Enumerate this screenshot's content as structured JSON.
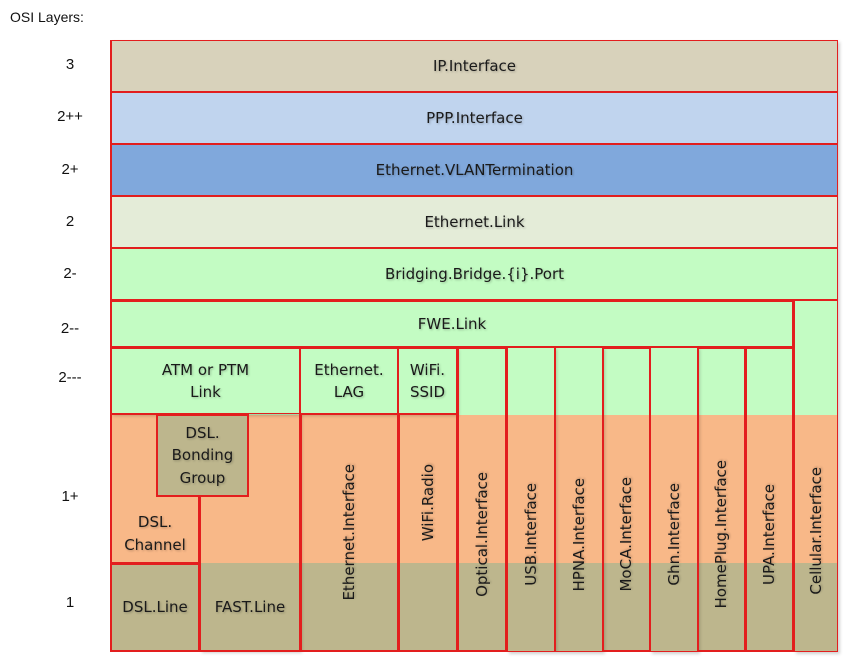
{
  "title": "OSI Layers:",
  "levels": [
    "3",
    "2++",
    "2+",
    "2",
    "2-",
    "2--",
    "2---",
    "1+",
    "1"
  ],
  "colors": {
    "border": "#e31e1e",
    "ip": "#d8d2bb",
    "ppp": "#c0d4ee",
    "vlan": "#80a8dc",
    "ethlink": "#e4ecd8",
    "green": "#c3fcc3",
    "orange": "#f8b888",
    "khaki": "#bdb68d"
  },
  "rows": {
    "ip": "IP.Interface",
    "ppp": "PPP.Interface",
    "vlan": "Ethernet.VLANTermination",
    "ethlink": "Ethernet.Link",
    "bridge": "Bridging.Bridge.{i}.Port",
    "fwe": "FWE.Link"
  },
  "link_layer": {
    "atm_ptm_line1": "ATM or PTM",
    "atm_ptm_line2": "Link",
    "eth_lag_line1": "Ethernet.",
    "eth_lag_line2": "LAG",
    "wifi_ssid_line1": "WiFi.",
    "wifi_ssid_line2": "SSID"
  },
  "dsl": {
    "bonding_line1": "DSL.",
    "bonding_line2": "Bonding",
    "bonding_line3": "Group",
    "channel_line1": "DSL.",
    "channel_line2": "Channel",
    "line": "DSL.Line",
    "fast_line": "FAST.Line"
  },
  "interfaces": [
    "Ethernet.Interface",
    "WiFi.Radio",
    "Optical.Interface",
    "USB.Interface",
    "HPNA.Interface",
    "MoCA.Interface",
    "Ghn.Interface",
    "HomePlug.Interface",
    "UPA.Interface",
    "Cellular.Interface"
  ]
}
